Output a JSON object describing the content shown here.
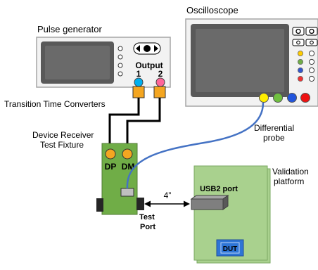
{
  "labels": {
    "oscilloscope": "Oscilloscope",
    "pulse_generator": "Pulse generator",
    "output": "Output",
    "output_1": "1",
    "output_2": "2",
    "transition_time_converters": "Transition Time Converters",
    "fixture_line1": "Device Receiver",
    "fixture_line2": "Test Fixture",
    "dp": "DP",
    "dm": "DM",
    "differential_line1": "Differential",
    "differential_line2": "probe",
    "validation_line1": "Validation",
    "validation_line2": "platform",
    "distance": "4”",
    "usb2_port": "USB2 port",
    "test_line1": "Test",
    "test_line2": "Port",
    "dut": "DUT"
  },
  "colors": {
    "instrument_body": "#f2f2f2",
    "instrument_border": "#a6a6a6",
    "screen": "#595959",
    "fixture_green": "#70ad47",
    "platform_green": "#a9d18e",
    "connector_orange": "#f4a621",
    "probe_blue": "#4472c4",
    "output1_blue": "#00b0f0",
    "output2_pink": "#ff6699",
    "dut_blue": "#2e75d6",
    "cable_black": "#000000"
  },
  "icons": {
    "pulse_generator_knob": "dial-knob-icon",
    "scope_channel_yellow": "channel-1-connector-icon",
    "scope_channel_green": "channel-2-connector-icon",
    "scope_channel_blue": "channel-3-connector-icon",
    "scope_channel_red": "channel-4-connector-icon"
  }
}
